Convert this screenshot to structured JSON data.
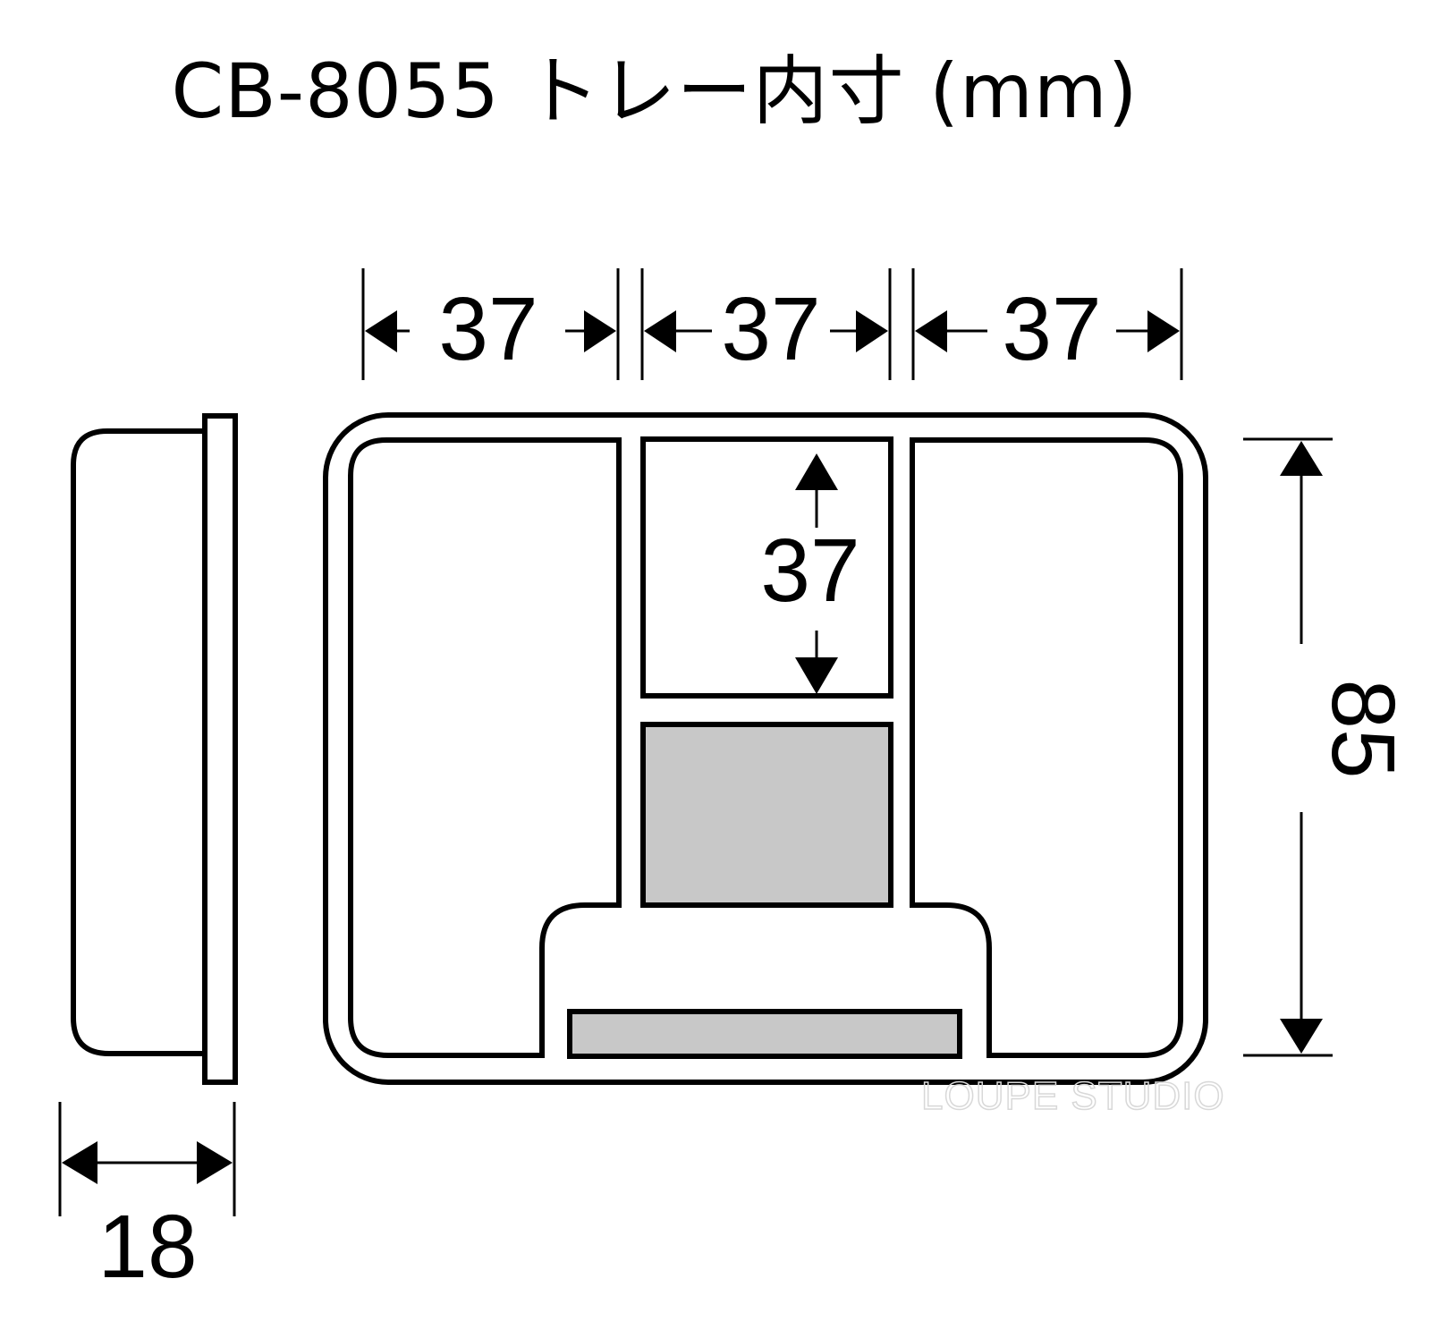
{
  "title": "CB-8055 トレー内寸 (mm)",
  "product_model": "CB-8055",
  "units": "mm",
  "dimensions": {
    "compartment_width_1": "37",
    "compartment_width_2": "37",
    "compartment_width_3": "37",
    "middle_compartment_depth": "37",
    "tray_inner_depth": "85",
    "tray_height": "18"
  },
  "watermark": "LOUPE STUDIO",
  "colors": {
    "stroke": "#000000",
    "shaded_fill": "#c8c8c8",
    "background": "#ffffff"
  },
  "views": [
    "side-view",
    "top-view"
  ]
}
